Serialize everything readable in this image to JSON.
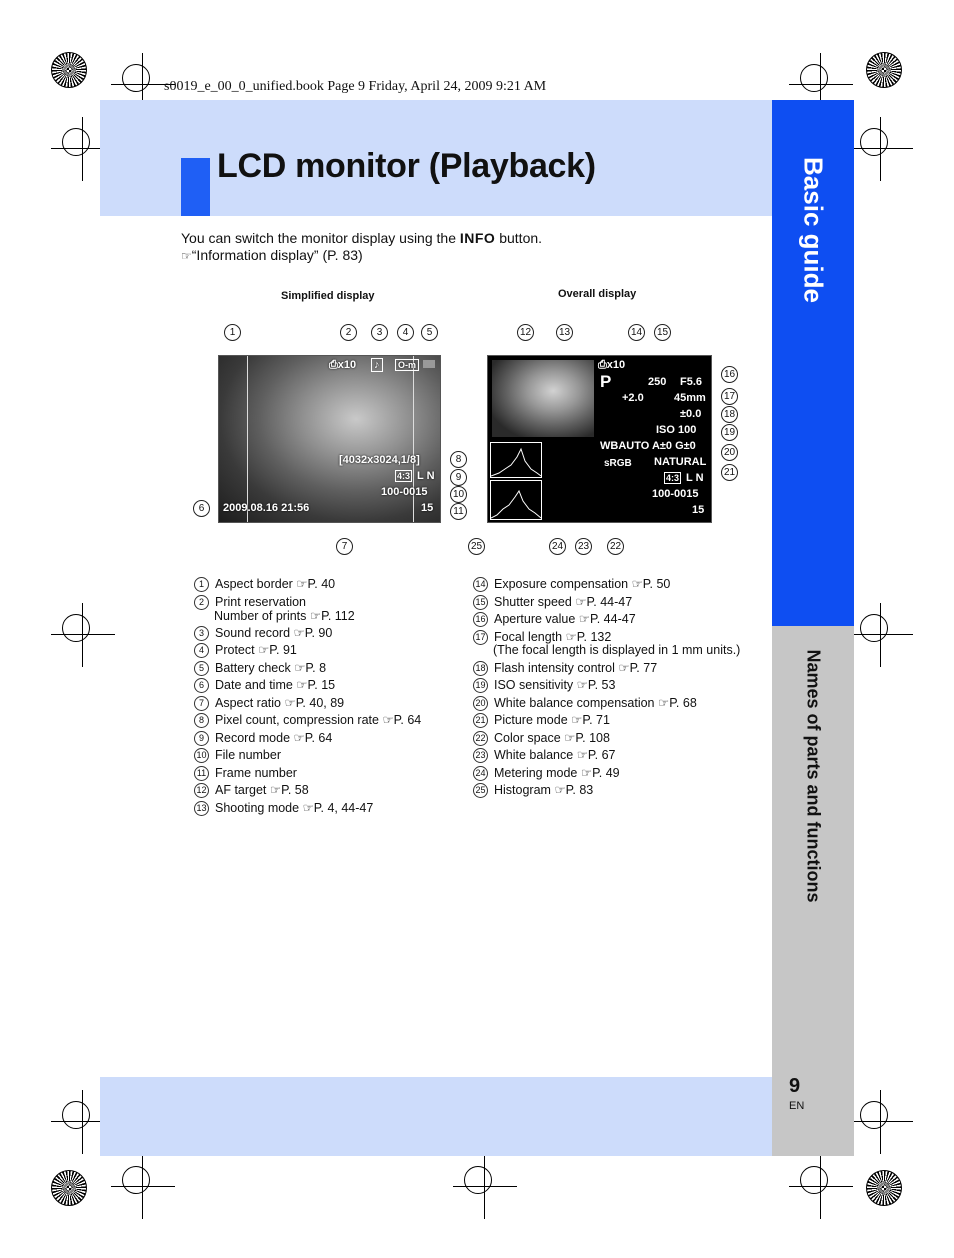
{
  "print_info": "s0019_e_00_0_unified.book  Page 9  Friday, April 24, 2009  9:21 AM",
  "page": {
    "title": "LCD monitor (Playback)",
    "number": "9",
    "lang": "EN"
  },
  "side_tabs": {
    "primary": "Basic guide",
    "secondary": "Names of parts and functions"
  },
  "intro": {
    "line1_prefix": "You can switch the monitor display using the ",
    "line1_button": "INFO",
    "line1_suffix": " button.",
    "ref_icon": "g",
    "line2": "“Information display” (P. 83)"
  },
  "diagrams": {
    "simplified_label": "Simplified display",
    "overall_label": "Overall display",
    "simplified": {
      "print_res": "⎙x10",
      "pixel_count": "[4032x3024,1/8]",
      "aspect_mode": "4:3",
      "record_mode": "L N",
      "file_number": "100-0015",
      "frame": "15",
      "date_time": "2009.08.16   21:56"
    },
    "overall": {
      "print_res": "⎙x10",
      "mode": "P",
      "shutter": "250",
      "aperture": "F5.6",
      "exposure": "+2.0",
      "focal": "45mm",
      "flash": "±0.0",
      "iso": "ISO  100",
      "wb": "WBAUTO  A±0  G±0",
      "color": "sRGB",
      "picture": "NATURAL",
      "aspect_mode": "4:3",
      "record_mode": "L N",
      "file_number": "100-0015",
      "frame": "15"
    },
    "callouts_simplified": [
      "1",
      "2",
      "3",
      "4",
      "5",
      "6",
      "7",
      "8",
      "9",
      "10",
      "11"
    ],
    "callouts_overall": [
      "12",
      "13",
      "14",
      "15",
      "16",
      "17",
      "18",
      "19",
      "20",
      "21",
      "22",
      "23",
      "24",
      "25"
    ]
  },
  "legend_left": [
    {
      "n": "1",
      "text": "Aspect border",
      "ref": "P. 40"
    },
    {
      "n": "2",
      "text": "Print reservation",
      "ref": ""
    },
    {
      "n": "3",
      "text": "Sound record",
      "ref": "P. 90"
    },
    {
      "n": "4",
      "text": "Protect",
      "ref": "P. 91"
    },
    {
      "n": "5",
      "text": "Battery check",
      "ref": "P. 8"
    },
    {
      "n": "6",
      "text": "Date and time",
      "ref": "P. 15"
    },
    {
      "n": "7",
      "text": "Aspect ratio",
      "ref": "P. 40, 89"
    },
    {
      "n": "8",
      "text": "Pixel count, compression rate",
      "ref": "P. 64"
    },
    {
      "n": "9",
      "text": "Record mode",
      "ref": "P. 64"
    },
    {
      "n": "10",
      "text": "File number",
      "ref": ""
    },
    {
      "n": "11",
      "text": "Frame number",
      "ref": ""
    },
    {
      "n": "12",
      "text": "AF target",
      "ref": "P. 58"
    },
    {
      "n": "13",
      "text": "Shooting mode",
      "ref": "P. 4, 44-47"
    }
  ],
  "legend_left_sub": {
    "text": "Number of prints",
    "ref": "P. 112"
  },
  "legend_right": [
    {
      "n": "14",
      "text": "Exposure compensation",
      "ref": "P. 50"
    },
    {
      "n": "15",
      "text": "Shutter speed",
      "ref": "P. 44-47"
    },
    {
      "n": "16",
      "text": "Aperture value",
      "ref": "P. 44-47"
    },
    {
      "n": "17",
      "text": "Focal length",
      "ref": "P. 132"
    },
    {
      "n": "18",
      "text": "Flash intensity control",
      "ref": "P. 77"
    },
    {
      "n": "19",
      "text": "ISO sensitivity",
      "ref": "P. 53"
    },
    {
      "n": "20",
      "text": "White balance compensation",
      "ref": "P. 68"
    },
    {
      "n": "21",
      "text": "Picture mode",
      "ref": "P. 71"
    },
    {
      "n": "22",
      "text": "Color space",
      "ref": "P. 108"
    },
    {
      "n": "23",
      "text": "White balance",
      "ref": "P. 67"
    },
    {
      "n": "24",
      "text": "Metering mode",
      "ref": "P. 49"
    },
    {
      "n": "25",
      "text": "Histogram",
      "ref": "P. 83"
    }
  ],
  "legend_right_sub": "(The focal length is displayed in 1 mm units.)"
}
